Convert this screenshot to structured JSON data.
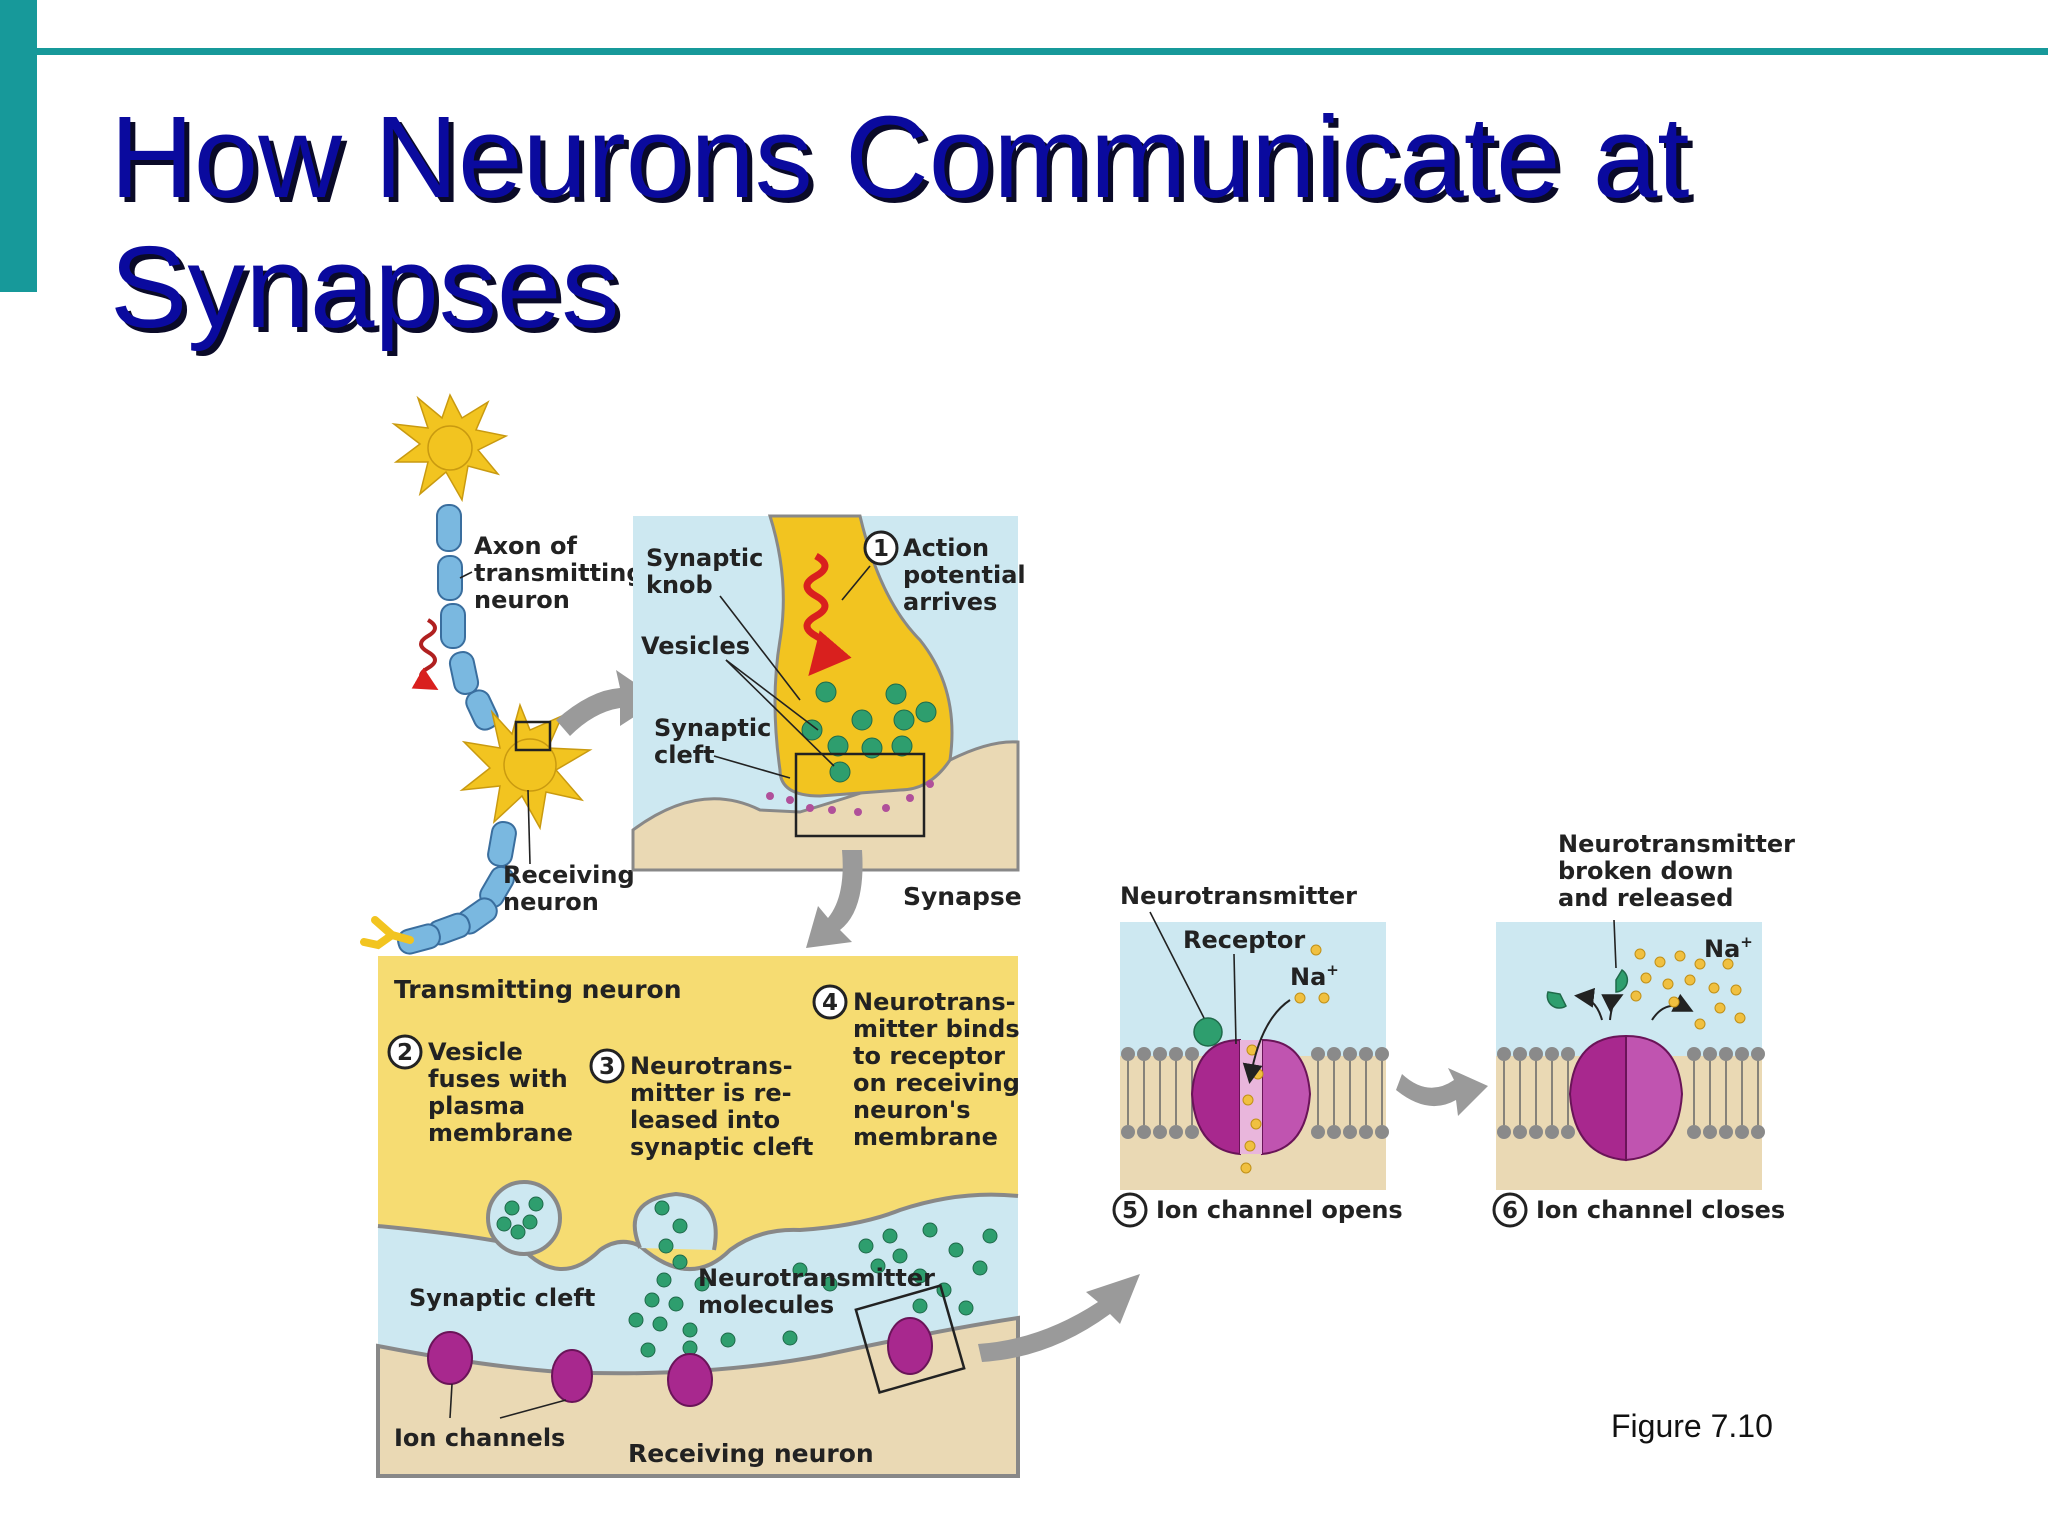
{
  "title": "How Neurons Communicate at Synapses",
  "figure_label": "Figure 7.10",
  "colors": {
    "accent_bar": "#17999a",
    "title_text": "#0a0a9e",
    "neuron_yellow": "#f2c420",
    "axon_blue": "#7ab8e0",
    "cleft_blue": "#cde8f1",
    "vesicle_green": "#2e9e6e",
    "channel_purple": "#a8288e",
    "signal_red": "#d9201e",
    "sodium_yellow": "#f0c040"
  },
  "labels": {
    "axon": [
      "Axon of",
      "transmitting",
      "neuron"
    ],
    "receiving_neuron": [
      "Receiving",
      "neuron"
    ],
    "synaptic_knob": [
      "Synaptic",
      "knob"
    ],
    "vesicles": "Vesicles",
    "synaptic_cleft_top": [
      "Synaptic",
      "cleft"
    ],
    "synapse": "Synapse",
    "transmitting_neuron": "Transmitting neuron",
    "synaptic_cleft": "Synaptic cleft",
    "neurotransmitter_molecules": [
      "Neurotransmitter",
      "molecules"
    ],
    "ion_channels": "Ion channels",
    "receiving_neuron_bottom": "Receiving neuron",
    "neurotransmitter": "Neurotransmitter",
    "receptor": "Receptor",
    "na_ion": "Na",
    "na_charge": "+",
    "nt_broken_down": [
      "Neurotransmitter",
      "broken down",
      "and released"
    ]
  },
  "steps": [
    {
      "num": "1",
      "lines": [
        "Action",
        "potential",
        "arrives"
      ]
    },
    {
      "num": "2",
      "lines": [
        "Vesicle",
        "fuses with",
        "plasma",
        "membrane"
      ]
    },
    {
      "num": "3",
      "lines": [
        "Neurotrans-",
        "mitter is re-",
        "leased into",
        "synaptic cleft"
      ]
    },
    {
      "num": "4",
      "lines": [
        "Neurotrans-",
        "mitter binds",
        "to receptor",
        "on receiving",
        "neuron's",
        "membrane"
      ]
    },
    {
      "num": "5",
      "lines": [
        "Ion channel opens"
      ]
    },
    {
      "num": "6",
      "lines": [
        "Ion channel closes"
      ]
    }
  ]
}
